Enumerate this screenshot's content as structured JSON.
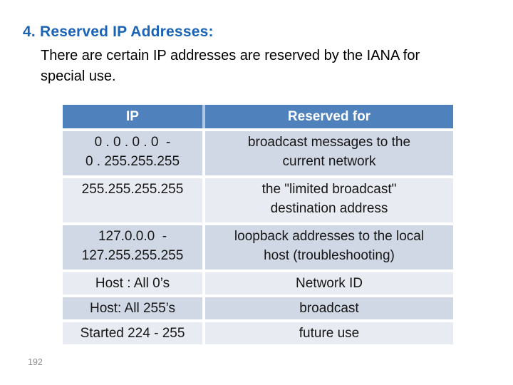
{
  "title": "4. Reserved IP Addresses:",
  "paragraph": "There are certain IP addresses are reserved by the IANA for\nspecial use.",
  "page_number": "192",
  "colors": {
    "title_blue": "#1B63B5",
    "header_bg": "#4F81BD",
    "header_divider": "#AFC7E2",
    "row_dark": "#D0D7E5",
    "row_light": "#E9EBF2",
    "header_text": "#FFFFFF",
    "body_text": "#000000",
    "cell_text": "#151515",
    "page_number_gray": "#8F8F8F"
  },
  "table": {
    "headers": [
      "IP",
      "Reserved for"
    ],
    "rows": [
      {
        "ip": "0 . 0 . 0 . 0  -\n0 . 255.255.255",
        "reserved_for": "broadcast messages to the\ncurrent network"
      },
      {
        "ip": "255.255.255.255",
        "reserved_for": "the \"limited broadcast\"\ndestination address"
      },
      {
        "ip": "127.0.0.0  -\n127.255.255.255",
        "reserved_for": "loopback addresses to the local\nhost (troubleshooting)"
      },
      {
        "ip": "Host : All 0’s",
        "reserved_for": "Network ID"
      },
      {
        "ip": "Host: All 255’s",
        "reserved_for": "broadcast"
      },
      {
        "ip": "Started 224 - 255",
        "reserved_for": "future use"
      }
    ]
  }
}
